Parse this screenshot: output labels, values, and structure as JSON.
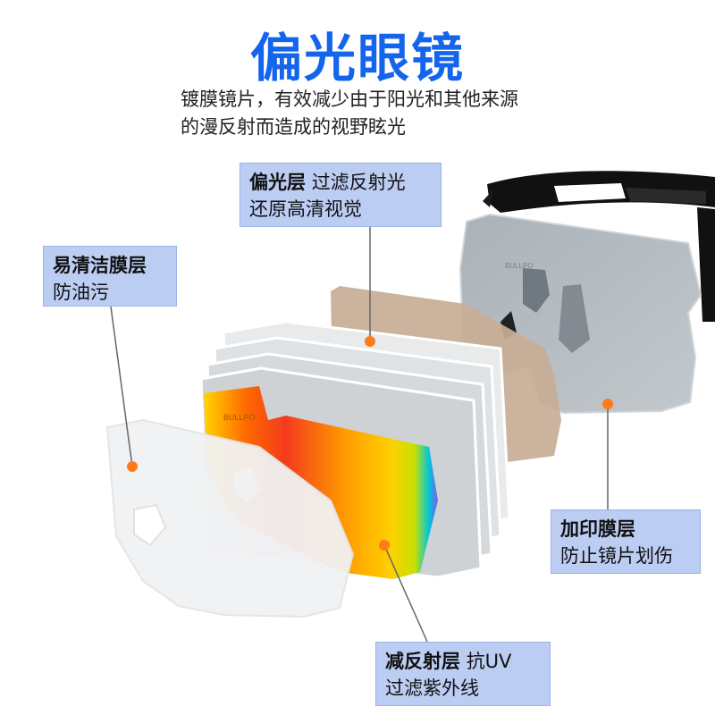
{
  "header": {
    "title": "偏光眼镜",
    "subtitle_line1": "镀膜镜片，有效减少由于阳光和其他来源",
    "subtitle_line2": "的漫反射而造成的视野眩光"
  },
  "callouts": {
    "polarized": {
      "name": "偏光层",
      "desc1": "过滤反射光",
      "desc2": "还原高清视觉"
    },
    "easy_clean": {
      "name": "易清洁膜层",
      "desc": "防油污"
    },
    "printed": {
      "name": "加印膜层",
      "desc": "防止镜片划伤"
    },
    "anti_reflect": {
      "name": "减反射层",
      "desc1": "抗UV",
      "desc2": "过滤紫外线"
    }
  },
  "lens_brand_mark": "BULLPO",
  "colors": {
    "title_blue": "#1464ee",
    "callout_fill": "#bccdf3",
    "marker_orange": "#ff7a1a",
    "lens_tan": "#c8ad95",
    "lens_gray": "#9ea7ae"
  }
}
